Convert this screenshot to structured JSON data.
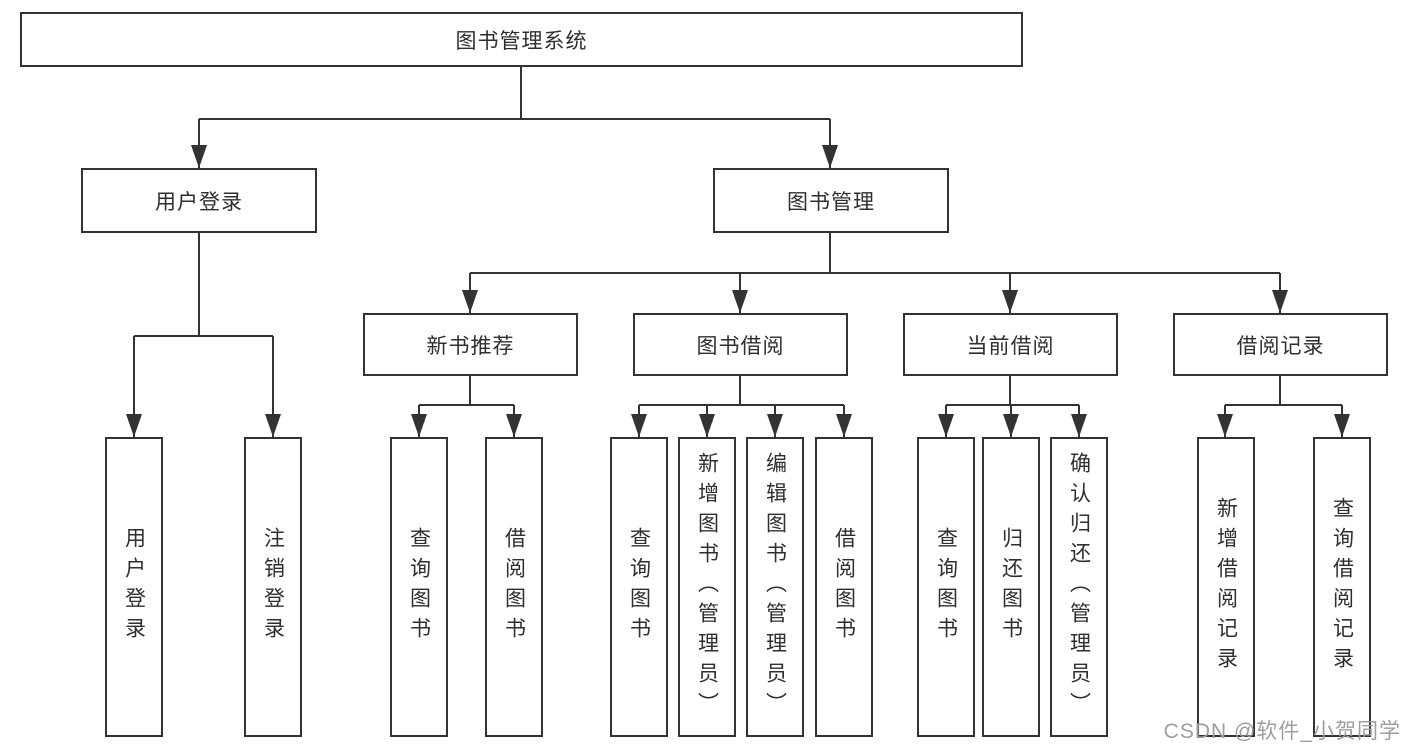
{
  "diagram": {
    "type": "hierarchy-chart",
    "root": {
      "label": "图书管理系统",
      "children": [
        {
          "label": "用户登录",
          "children": [
            {
              "label": "用户登录"
            },
            {
              "label": "注销登录"
            }
          ]
        },
        {
          "label": "图书管理",
          "children": [
            {
              "label": "新书推荐",
              "children": [
                {
                  "label": "查询图书"
                },
                {
                  "label": "借阅图书"
                }
              ]
            },
            {
              "label": "图书借阅",
              "children": [
                {
                  "label": "查询图书"
                },
                {
                  "label": "新增图书（管理员）"
                },
                {
                  "label": "编辑图书（管理员）"
                },
                {
                  "label": "借阅图书"
                }
              ]
            },
            {
              "label": "当前借阅",
              "children": [
                {
                  "label": "查询图书"
                },
                {
                  "label": "归还图书"
                },
                {
                  "label": "确认归还（管理员）"
                }
              ]
            },
            {
              "label": "借阅记录",
              "children": [
                {
                  "label": "新增借阅记录"
                },
                {
                  "label": "查询借阅记录"
                }
              ]
            }
          ]
        }
      ]
    },
    "colors": {
      "line": "#333333",
      "text": "#2f2f2f",
      "box_background": "#ffffff",
      "watermark": "#9e9e9e"
    }
  },
  "watermark": "CSDN @软件_小贺同学"
}
